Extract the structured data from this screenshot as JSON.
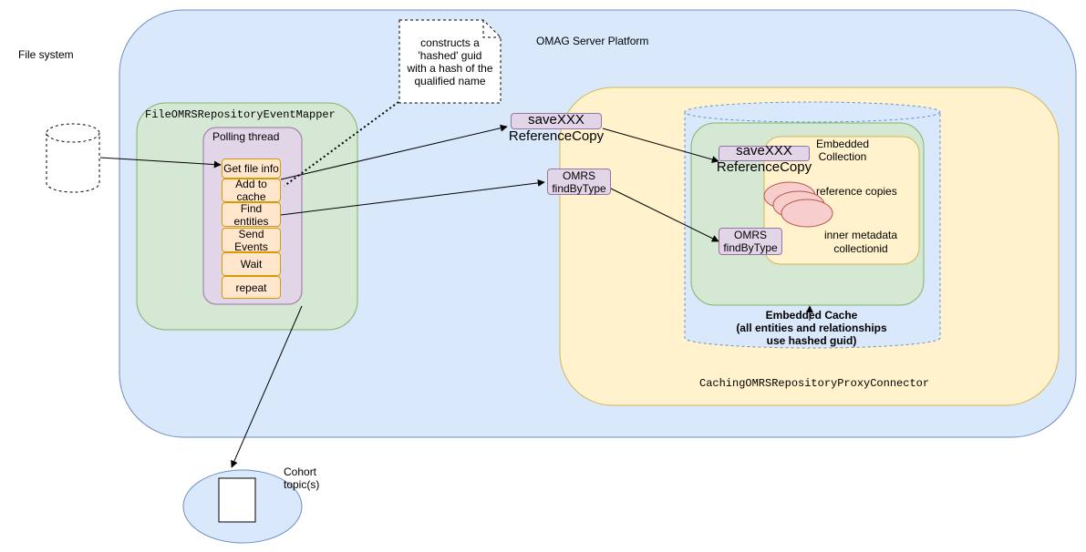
{
  "labels": {
    "file_system": "File system",
    "platform": "OMAG Server Platform",
    "mapper": "FileOMRSRepositoryEventMapper",
    "polling_thread": "Polling thread",
    "note_lines": [
      "constructs a",
      "'hashed' guid",
      "with a hash of the",
      "qualified name"
    ],
    "cohort_lines": [
      "Cohort",
      "topic(s)"
    ],
    "proxy_connector": "CachingOMRSRepositoryProxyConnector",
    "embedded_cache_lines": [
      "Embedded Cache",
      "(all entities and relationships",
      "use hashed guid)"
    ],
    "embedded_collection_lines": [
      "Embedded",
      "Collection"
    ],
    "reference_copies": "reference copies",
    "inner_metadata_lines": [
      "inner metadata",
      "collectionid"
    ]
  },
  "steps": [
    {
      "lines": [
        "Get file info"
      ]
    },
    {
      "lines": [
        "Add to",
        "cache"
      ]
    },
    {
      "lines": [
        "Find",
        "entities"
      ]
    },
    {
      "lines": [
        "Send",
        "Events"
      ]
    },
    {
      "lines": [
        "Wait"
      ]
    },
    {
      "lines": [
        "repeat"
      ]
    }
  ],
  "calls": {
    "save_top": "saveXXX",
    "save_bottom": "ReferenceCopy",
    "find_lines": [
      "OMRS",
      "findByType"
    ]
  },
  "colors": {
    "platform_fill": "#dae8fc",
    "platform_stroke": "#6c8ebf",
    "green_fill": "#d5e8d4",
    "green_stroke": "#82b366",
    "yellow_fill": "#fff2cc",
    "yellow_stroke": "#d6b656",
    "orange_fill": "#ffe6cc",
    "orange_stroke": "#d79b00",
    "purple_fill": "#e1d5e7",
    "purple_stroke": "#9673a6",
    "red_fill": "#f8cecc",
    "red_stroke": "#b85450"
  }
}
